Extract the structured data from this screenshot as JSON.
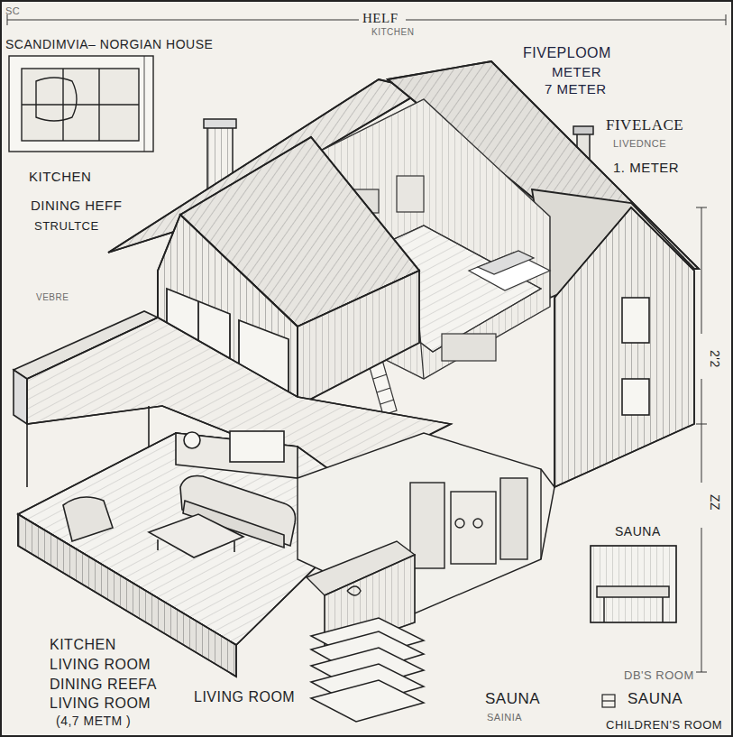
{
  "diagram": {
    "title": "SCANDIMVIA– NORGIAN HOUSE",
    "labels": [
      "SC",
      "HELF",
      "KITCHEN",
      "FIVEPLOOM",
      "METER",
      "7 METER",
      "FIVELACE",
      "LIVEDNCE",
      "1. METER",
      "KITCHEN",
      "DINING HEFF",
      "STRULTCE",
      "VEBRE",
      "2'2",
      "ZZ",
      "SAUNA",
      "DB'S ROOM",
      "KITCHEN",
      "LIVING ROOM",
      "DINING REEFA",
      "LIVING ROOM",
      "(4,7 METM )",
      "LIVING ROOM",
      "SAUNA",
      "SAINIA",
      "SAUNA",
      "CHILDREN'S ROOM"
    ]
  }
}
